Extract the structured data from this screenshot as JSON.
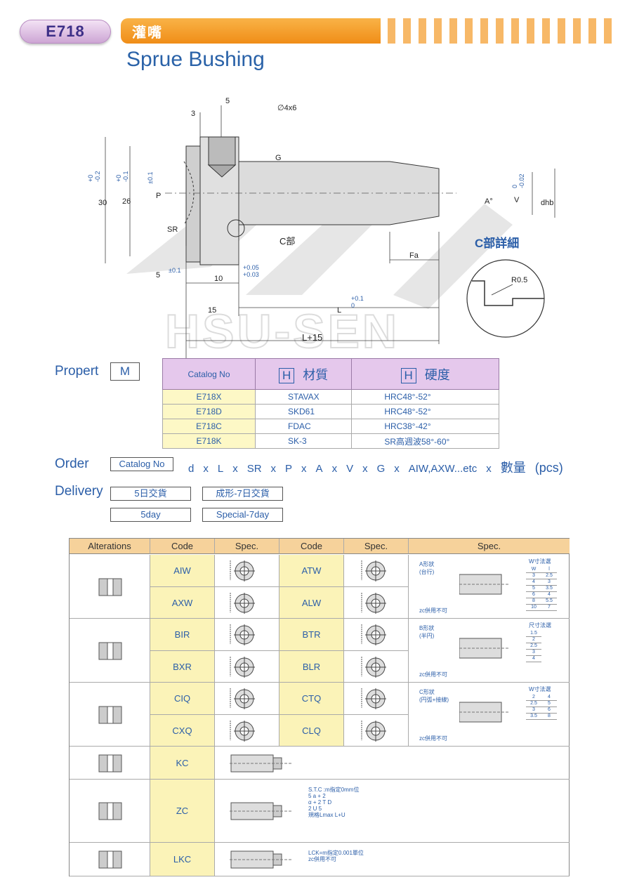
{
  "header": {
    "code": "E718",
    "title_cn": "灌嘴",
    "title_en": "Sprue Bushing"
  },
  "drawing": {
    "watermark": "HSU-SEN",
    "dims": {
      "d3": "3",
      "d5": "5",
      "hole": "∅4x6",
      "g": "G",
      "tol_02": "+0\n-0.2",
      "tol_01": "+0\n-0.1",
      "d30": "30",
      "d26": "26",
      "tol_pm01": "±0.1",
      "p": "P",
      "sr": "SR",
      "a": "A°",
      "v": "V",
      "v_tol": "0\n-0.02",
      "dhb": "dhb",
      "c_part": "C部",
      "fa": "Fa",
      "c_detail": "C部詳細",
      "r05": "R0.5",
      "d5b": "5",
      "pm01": "±0.1",
      "d10": "10",
      "tol_005": "+0.05\n+0.03",
      "d15": "15",
      "l": "L",
      "l_tol": "+0.1\n0",
      "l15": "L+15"
    }
  },
  "property": {
    "label": "Propert",
    "m_box": "M",
    "headers": {
      "catalog": "Catalog No",
      "h1": "H",
      "material": "材質",
      "h2": "H",
      "hardness": "硬度"
    },
    "rows": [
      {
        "catalog": "E718X",
        "material": "STAVAX",
        "hardness": "HRC48°-52°"
      },
      {
        "catalog": "E718D",
        "material": "SKD61",
        "hardness": "HRC48°-52°"
      },
      {
        "catalog": "E718C",
        "material": "FDAC",
        "hardness": "HRC38°-42°"
      },
      {
        "catalog": "E718K",
        "material": "SK-3",
        "hardness": "SR高週波58°-60°"
      }
    ]
  },
  "order": {
    "label": "Order",
    "catalog_box": "Catalog No",
    "parts": [
      "d",
      "x",
      "L",
      "x",
      "SR",
      "x",
      "P",
      "x",
      "A",
      "x",
      "V",
      "x",
      "G",
      "x",
      "AIW,AXW...etc",
      "x"
    ],
    "qty": "數量",
    "unit": "(pcs)"
  },
  "delivery": {
    "label": "Delivery",
    "box1_cn": "5日交貨",
    "box2_cn": "成形-7日交貨",
    "box1_en": "5day",
    "box2_en": "Special-7day"
  },
  "alterations": {
    "headers": [
      "Alterations",
      "Code",
      "Spec.",
      "Code",
      "Spec.",
      "Spec."
    ],
    "groups": [
      {
        "codes": [
          [
            "AIW",
            "ATW"
          ],
          [
            "AXW",
            "ALW"
          ]
        ],
        "spec_title": "A形狀\n(台行)",
        "spec_note": "zc併用不可",
        "table_title": "W寸法選",
        "table": [
          [
            "W",
            "l"
          ],
          [
            "3",
            "2.5"
          ],
          [
            "4",
            "3"
          ],
          [
            "5",
            "3.5"
          ],
          [
            "6",
            "4"
          ],
          [
            "8",
            "5.5"
          ],
          [
            "10",
            "7"
          ]
        ]
      },
      {
        "codes": [
          [
            "BIR",
            "BTR"
          ],
          [
            "BXR",
            "BLR"
          ]
        ],
        "spec_title": "B形狀\n(半円)",
        "spec_note": "zc併用不可",
        "table_title": "尺寸法選",
        "table": [
          [
            "1.5"
          ],
          [
            "2"
          ],
          [
            "2.5"
          ],
          [
            "3"
          ],
          [
            "4"
          ]
        ]
      },
      {
        "codes": [
          [
            "CIQ",
            "CTQ"
          ],
          [
            "CXQ",
            "CLQ"
          ]
        ],
        "spec_title": "C形狀\n(円弧+接線)",
        "spec_note": "zc併用不可",
        "table_title": "W寸法選",
        "table": [
          [
            "2",
            "4"
          ],
          [
            "2.5",
            "5"
          ],
          [
            "3",
            "6"
          ],
          [
            "3.5",
            "8"
          ]
        ]
      }
    ],
    "single": [
      {
        "code": "KC"
      },
      {
        "code": "ZC",
        "note": "S.T.C :m指定0mm位\n5 a + 2\nα + 2 T D\n2 U 5\n規格Lmax L+U"
      },
      {
        "code": "LKC",
        "note": "LCK=m指定0.001單位\nzc併用不可"
      }
    ]
  }
}
